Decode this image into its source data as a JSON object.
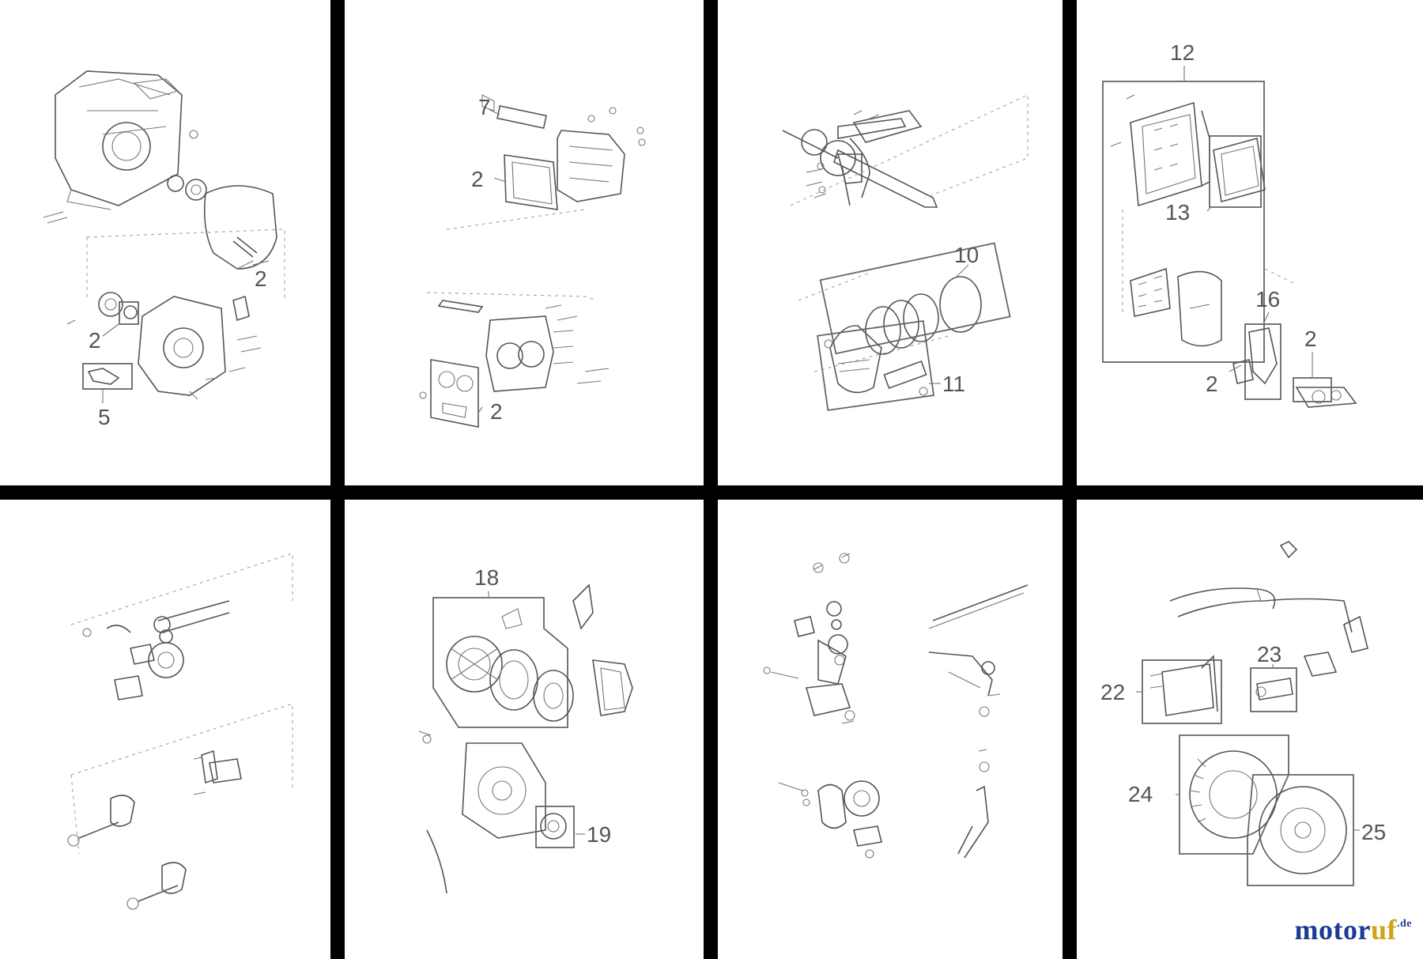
{
  "logo": {
    "part1": "motor",
    "part2": "uf",
    "part3": ".de"
  },
  "callouts": [
    {
      "panel": 1,
      "text": "2"
    },
    {
      "panel": 1,
      "text": "2"
    },
    {
      "panel": 1,
      "text": "5"
    },
    {
      "panel": 2,
      "text": "7"
    },
    {
      "panel": 2,
      "text": "2"
    },
    {
      "panel": 2,
      "text": "2"
    },
    {
      "panel": 3,
      "text": "10"
    },
    {
      "panel": 3,
      "text": "11"
    },
    {
      "panel": 4,
      "text": "12"
    },
    {
      "panel": 4,
      "text": "13"
    },
    {
      "panel": 4,
      "text": "16"
    },
    {
      "panel": 4,
      "text": "2"
    },
    {
      "panel": 4,
      "text": "2"
    },
    {
      "panel": 6,
      "text": "18"
    },
    {
      "panel": 6,
      "text": "19"
    },
    {
      "panel": 8,
      "text": "22"
    },
    {
      "panel": 8,
      "text": "23"
    },
    {
      "panel": 8,
      "text": "24"
    },
    {
      "panel": 8,
      "text": "25"
    }
  ],
  "colors": {
    "divider": "#000000",
    "line": "#555555",
    "logo_blue": "#1f3a93",
    "logo_gold": "#d4a017"
  }
}
